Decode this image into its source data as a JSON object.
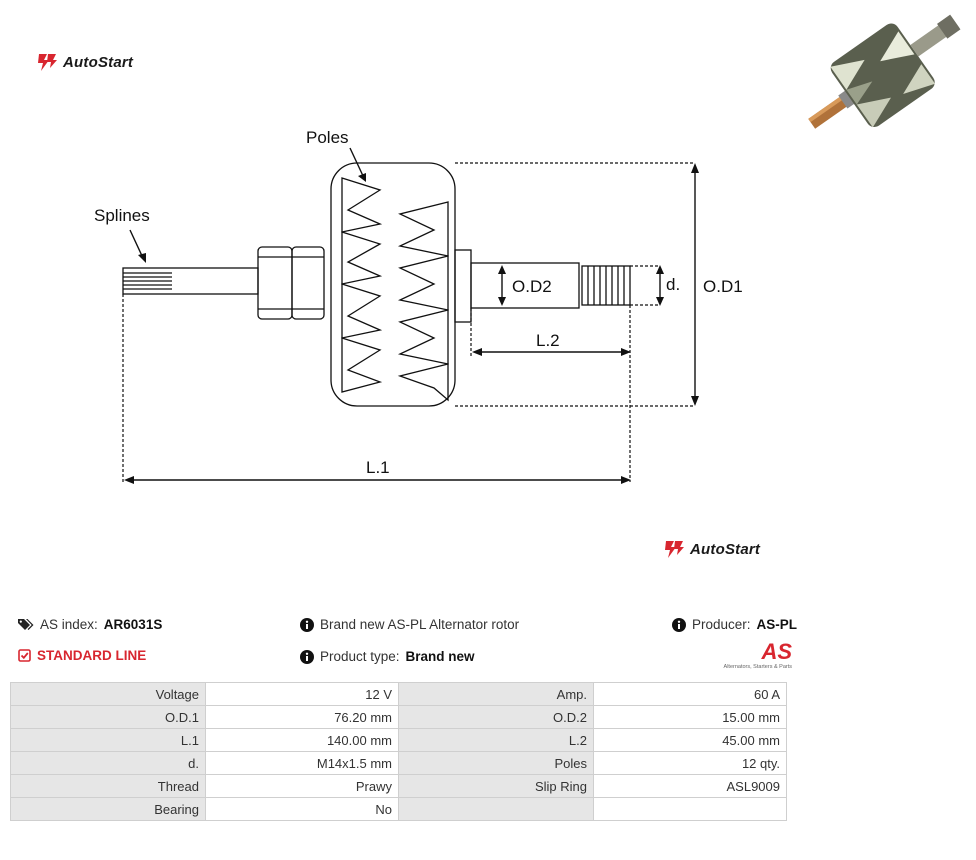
{
  "brand": {
    "name": "AutoStart"
  },
  "diagram": {
    "labels": {
      "poles": "Poles",
      "splines": "Splines",
      "od2": "O.D2",
      "d": "d.",
      "od1": "O.D1",
      "l2": "L.2",
      "l1": "L.1"
    }
  },
  "product": {
    "as_index_label": "AS index:",
    "as_index_value": "AR6031S",
    "line": "STANDARD LINE",
    "description": "Brand new AS-PL Alternator rotor",
    "product_type_label": "Product type:",
    "product_type_value": "Brand new",
    "producer_label": "Producer:",
    "producer_value": "AS-PL",
    "producer_logo_text": "AS",
    "producer_tagline": "Alternators, Starters & Parts"
  },
  "specs": {
    "rows": [
      {
        "l1": "Voltage",
        "v1": "12 V",
        "l2": "Amp.",
        "v2": "60 A"
      },
      {
        "l1": "O.D.1",
        "v1": "76.20 mm",
        "l2": "O.D.2",
        "v2": "15.00 mm"
      },
      {
        "l1": "L.1",
        "v1": "140.00 mm",
        "l2": "L.2",
        "v2": "45.00 mm"
      },
      {
        "l1": "d.",
        "v1": "M14x1.5 mm",
        "l2": "Poles",
        "v2": "12 qty."
      },
      {
        "l1": "Thread",
        "v1": "Prawy",
        "l2": "Slip Ring",
        "v2": "ASL9009"
      },
      {
        "l1": "Bearing",
        "v1": "No",
        "l2": "",
        "v2": ""
      }
    ]
  },
  "colors": {
    "accent": "#d8262f",
    "label_bg": "#e6e6e6",
    "border": "#cfcfcf"
  }
}
